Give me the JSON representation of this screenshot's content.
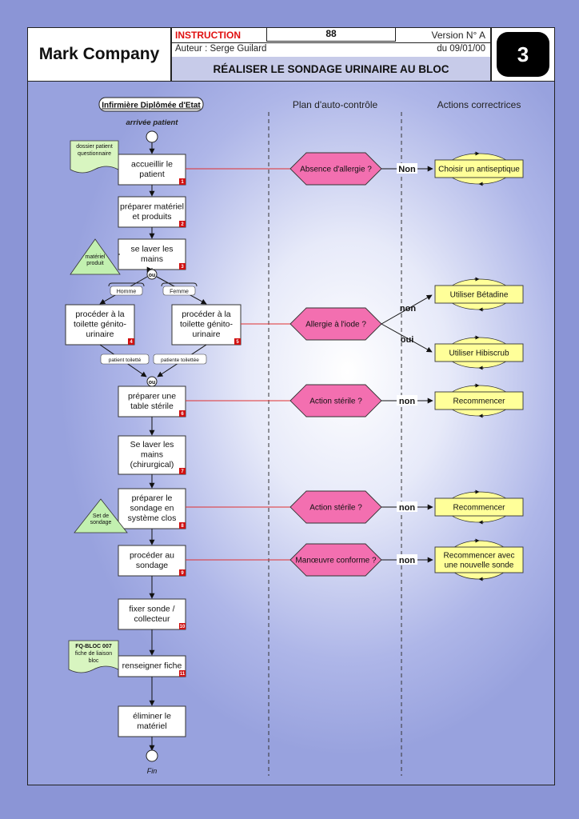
{
  "header": {
    "company": "Mark Company",
    "doc_type": "INSTRUCTION",
    "doc_number": "88",
    "version": "Version N° A",
    "author": "Auteur : Serge Guilard",
    "date": "du 09/01/00",
    "title": "RÉALISER LE SONDAGE URINAIRE AU BLOC",
    "page_number": "3"
  },
  "columns": {
    "actor": "Infirmière Diplômée d'Etat",
    "control": "Plan d'auto-contrôle",
    "corrective": "Actions correctrices"
  },
  "flow": {
    "start_label": "arrivée patient",
    "end_label": "Fin",
    "steps": [
      {
        "lines": [
          "accueillir le",
          "patient"
        ],
        "num": "1"
      },
      {
        "lines": [
          "préparer matériel",
          "et produits"
        ],
        "num": "2"
      },
      {
        "lines": [
          "se laver les",
          "mains"
        ],
        "num": "3"
      },
      {
        "lines": [
          "procéder à la",
          "toilette génito-",
          "urinaire"
        ],
        "num": "4"
      },
      {
        "lines": [
          "procéder à la",
          "toilette génito-",
          "urinaire"
        ],
        "num": "5"
      },
      {
        "lines": [
          "préparer une",
          "table stérile"
        ],
        "num": "6"
      },
      {
        "lines": [
          "Se laver les",
          "mains",
          "(chirurgical)"
        ],
        "num": "7"
      },
      {
        "lines": [
          "préparer le",
          "sondage en",
          "système clos"
        ],
        "num": "8"
      },
      {
        "lines": [
          "procéder au",
          "sondage"
        ],
        "num": "9"
      },
      {
        "lines": [
          "fixer sonde /",
          "collecteur"
        ],
        "num": "10"
      },
      {
        "lines": [
          "renseigner fiche"
        ],
        "num": "11"
      },
      {
        "lines": [
          "éliminer le",
          "matériel"
        ],
        "num": ""
      }
    ],
    "or_label": "ou",
    "branch_tags": [
      "Homme",
      "Femme"
    ],
    "merge_tags": [
      "patient toiletté",
      "patiente toilettée"
    ],
    "documents": [
      {
        "lines": [
          "dossier patient",
          "questionnaire"
        ]
      },
      {
        "lines": [
          "FQ-BLOC 007",
          "fiche de liaison",
          "bloc"
        ]
      }
    ],
    "resources": [
      {
        "lines": [
          "matériel",
          "produit"
        ]
      },
      {
        "lines": [
          "Set de",
          "sondage"
        ]
      }
    ]
  },
  "controls": [
    {
      "label": "Absence d'allergie ?",
      "answer": "Non"
    },
    {
      "label": "Allergie à l'iode ?",
      "answers": [
        "non",
        "oui"
      ]
    },
    {
      "label": "Action stérile ?",
      "answer": "non"
    },
    {
      "label": "Action stérile ?",
      "answer": "non"
    },
    {
      "label": "Manœuvre conforme ?",
      "answer": "non"
    }
  ],
  "actions": [
    {
      "lines": [
        "Choisir un antiseptique"
      ]
    },
    {
      "lines": [
        "Utiliser Bétadine"
      ]
    },
    {
      "lines": [
        "Utiliser Hibiscrub"
      ]
    },
    {
      "lines": [
        "Recommencer"
      ]
    },
    {
      "lines": [
        "Recommencer"
      ]
    },
    {
      "lines": [
        "Recommencer avec",
        "une nouvelle sonde"
      ]
    }
  ],
  "colors": {
    "step_fill": "#ffffff",
    "step_num": "#d01010",
    "diamond_fill": "#f36fb0",
    "action_fill": "#ffff99",
    "doc_fill": "#d8f5c0",
    "resource_fill": "#c2f0b0",
    "control_line": "#e03030",
    "title_red": "#e01010"
  }
}
